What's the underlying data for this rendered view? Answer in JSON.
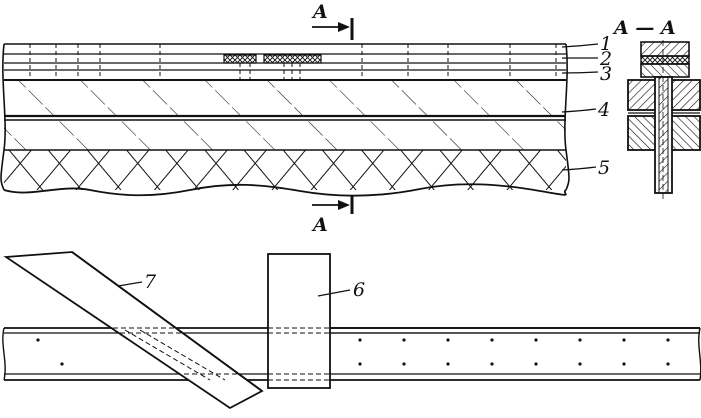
{
  "section_marker": "A",
  "section_title": "A — A",
  "callouts": [
    {
      "id": "1",
      "text": "1"
    },
    {
      "id": "2",
      "text": "2"
    },
    {
      "id": "3",
      "text": "3"
    },
    {
      "id": "4",
      "text": "4"
    },
    {
      "id": "5",
      "text": "5"
    },
    {
      "id": "6",
      "text": "6"
    },
    {
      "id": "7",
      "text": "7"
    }
  ]
}
